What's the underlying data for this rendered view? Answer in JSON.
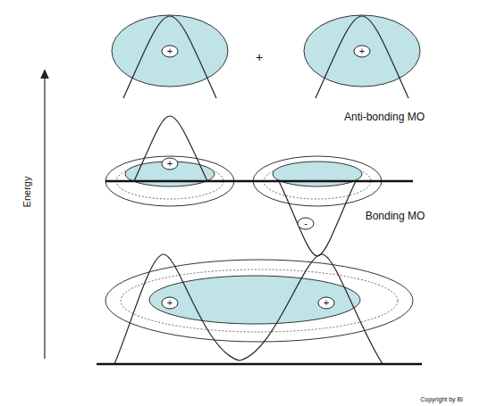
{
  "diagram": {
    "nodes": [
      {
        "text": [
          "+"
        ]
      },
      {
        "text": [
          "+"
        ]
      },
      {
        "text": [
          "+"
        ]
      },
      {
        "text": [
          "-"
        ]
      },
      {
        "text": [
          "+"
        ]
      },
      {
        "text": [
          "+"
        ]
      }
    ],
    "labels": [
      "+",
      "Anti-bonding MO",
      "Energy",
      "Bonding MO",
      "Copyright by Bl"
    ]
  }
}
